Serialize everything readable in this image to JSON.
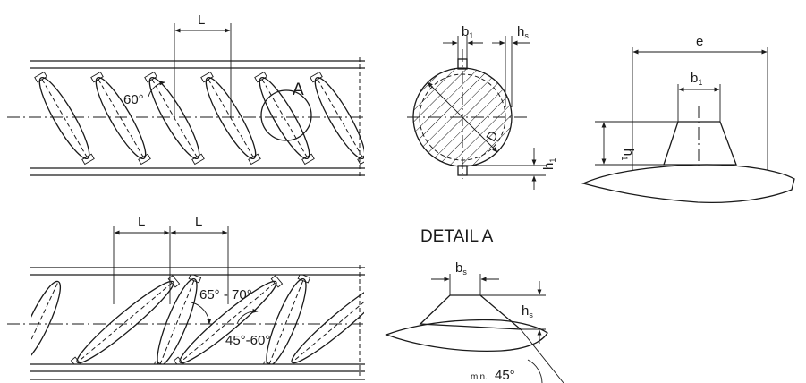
{
  "labels": {
    "pitch": "L",
    "angle_top": "60°",
    "detail_marker": "A",
    "rib_width": "b",
    "rib_width_sub": "1",
    "rib_height_top": "h",
    "rib_height_top_sub": "s",
    "diameter": "D",
    "rib_height": "h",
    "rib_height_sub": "1",
    "rib_base": "e",
    "detail_title": "DETAIL A",
    "angle_range_1": "65° - 70°",
    "angle_range_2": "45°-60°",
    "detail_width": "b",
    "detail_width_sub": "s",
    "detail_height": "h",
    "detail_height_sub": "s",
    "min_angle_prefix": "min.",
    "min_angle": "45°"
  }
}
